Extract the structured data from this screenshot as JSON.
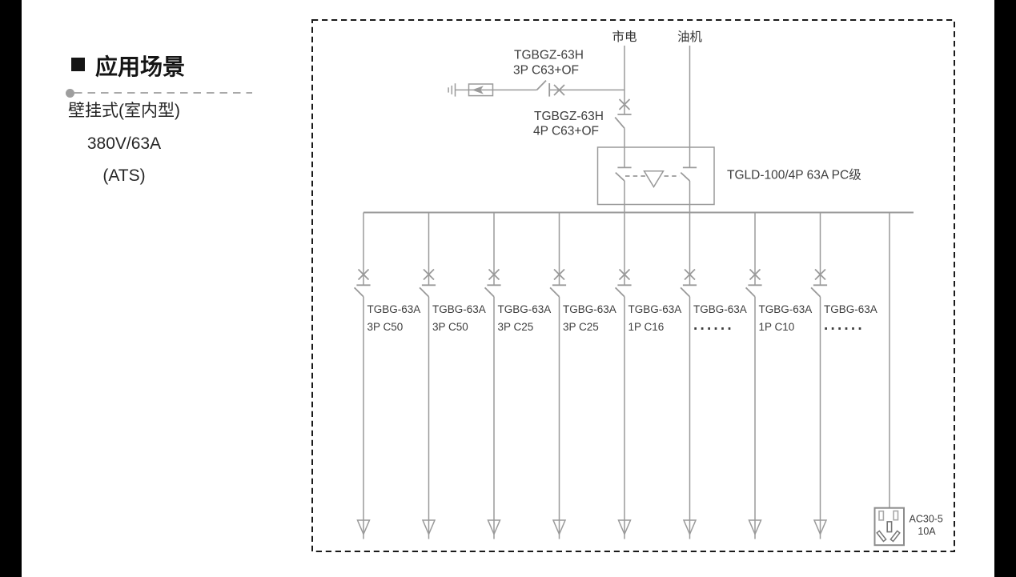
{
  "intro": {
    "heading": "应用场景",
    "lines": [
      "壁挂式(室内型)",
      "380V/63A",
      "(ATS)"
    ]
  },
  "diagram": {
    "line_color": "#9a9a9a",
    "label_color": "#3d3d3d",
    "source_mains": "市电",
    "source_generator": "油机",
    "incoming_breaker_3p": {
      "line1": "TGBGZ-63H",
      "line2": "3P C63+OF"
    },
    "incoming_breaker_4p": {
      "line1": "TGBGZ-63H",
      "line2": "4P C63+OF"
    },
    "ats_label": "TGLD-100/4P 63A PC级",
    "feeders": [
      {
        "line1": "TGBG-63A",
        "line2": "3P C50"
      },
      {
        "line1": "TGBG-63A",
        "line2": "3P C50"
      },
      {
        "line1": "TGBG-63A",
        "line2": "3P C25"
      },
      {
        "line1": "TGBG-63A",
        "line2": "3P C25"
      },
      {
        "line1": "TGBG-63A",
        "line2": "1P C16"
      },
      {
        "line1": "TGBG-63A",
        "line2": "......"
      },
      {
        "line1": "TGBG-63A",
        "line2": "1P C10"
      },
      {
        "line1": "TGBG-63A",
        "line2": "......"
      }
    ],
    "socket": {
      "line1": "AC30-5",
      "line2": "10A"
    }
  }
}
